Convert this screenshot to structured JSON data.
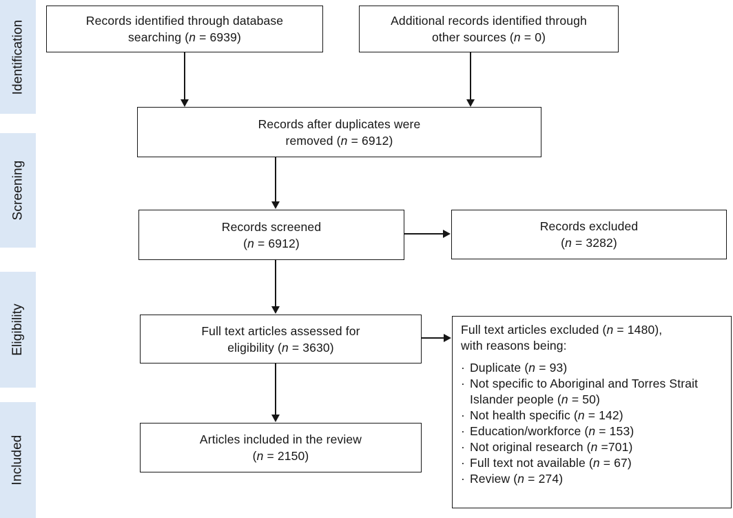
{
  "colors": {
    "sidebar_bg": "#dbe7f5",
    "line": "#161616",
    "box_bg": "#ffffff",
    "text": "#161616"
  },
  "sidebar": {
    "stages": [
      {
        "label": "Identification"
      },
      {
        "label": "Screening"
      },
      {
        "label": "Eligibility"
      },
      {
        "label": "Included"
      }
    ]
  },
  "boxes": {
    "identified": {
      "lines": [
        "Records identified through database",
        "searching (n = 6939)"
      ]
    },
    "additional": {
      "lines": [
        "Additional records identified through",
        "other sources (n = 0)"
      ]
    },
    "deduplicated": {
      "lines": [
        "Records after duplicates were",
        "removed (n = 6912)"
      ]
    },
    "screened": {
      "lines": [
        "Records screened",
        "(n = 6912)"
      ]
    },
    "records_excluded": {
      "lines": [
        "Records excluded",
        "(n = 3282)"
      ]
    },
    "fulltext_assessed": {
      "lines": [
        "Full text articles assessed for",
        "eligibility (n = 3630)"
      ]
    },
    "fulltext_excluded": {
      "heading_lines": [
        "Full text articles excluded (n = 1480),",
        "with reasons being:"
      ],
      "bullet_char": "·",
      "reasons": [
        "Duplicate (n = 93)",
        "Not specific to Aboriginal and Torres Strait Islander people (n = 50)",
        "Not health specific (n = 142)",
        "Education/workforce (n = 153)",
        "Not original research (n =701)",
        "Full text not available (n = 67)",
        "Review (n = 274)"
      ]
    },
    "included": {
      "lines": [
        "Articles included in the review",
        "(n = 2150)"
      ]
    }
  }
}
